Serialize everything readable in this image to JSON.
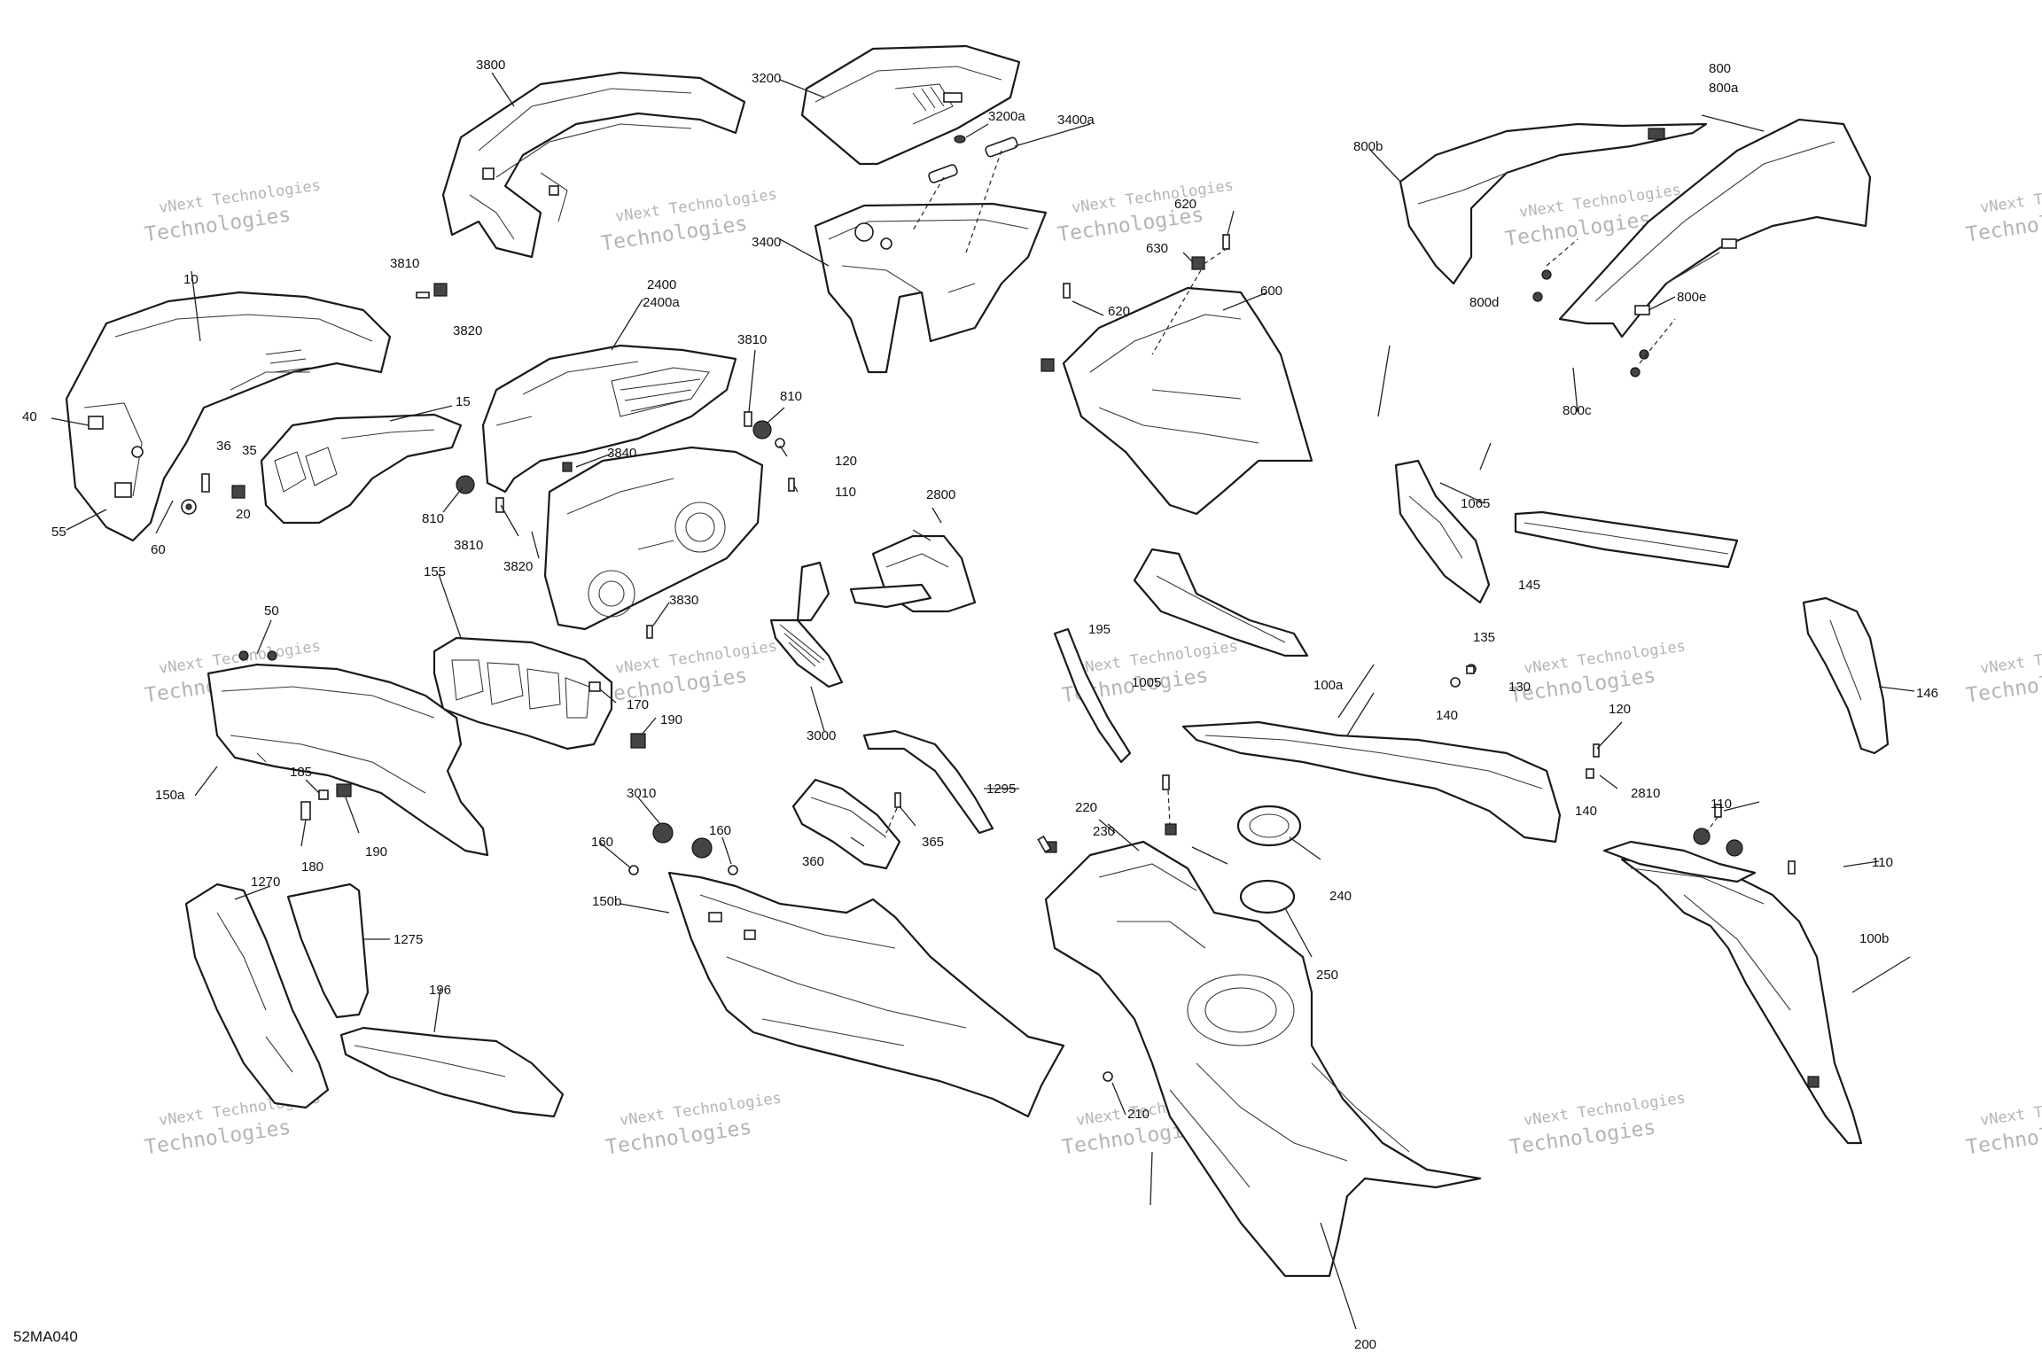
{
  "diagram": {
    "reference_code": "52MA040",
    "watermark": {
      "line1": "vNext Technologies",
      "line2": "Technologies"
    },
    "labels": {
      "p10": "10",
      "p15": "15",
      "p20": "20",
      "p35": "35",
      "p36": "36",
      "p40": "40",
      "p50": "50",
      "p55": "55",
      "p60": "60",
      "p100a": "100a",
      "p100b": "100b",
      "p110a": "110",
      "p110b": "110",
      "p110c": "110",
      "p120a": "120",
      "p120b": "120",
      "p130": "130",
      "p135": "135",
      "p140a": "140",
      "p140b": "140",
      "p145": "145",
      "p146": "146",
      "p150a": "150a",
      "p150b": "150b",
      "p155": "155",
      "p160a": "160",
      "p160b": "160",
      "p170": "170",
      "p180": "180",
      "p185": "185",
      "p190a": "190",
      "p190b": "190",
      "p195": "195",
      "p196": "196",
      "p200": "200",
      "p210": "210",
      "p220": "220",
      "p230": "230",
      "p240": "240",
      "p250": "250",
      "p360": "360",
      "p365": "365",
      "p600": "600",
      "p620a": "620",
      "p620b": "620",
      "p630": "630",
      "p800": "800",
      "p800a": "800a",
      "p800b": "800b",
      "p800c": "800c",
      "p800d": "800d",
      "p800e": "800e",
      "p810a": "810",
      "p810b": "810",
      "p1005": "1005",
      "p1065": "1065",
      "p1270": "1270",
      "p1275": "1275",
      "p1295": "1295",
      "p2400": "2400",
      "p2400a": "2400a",
      "p2800": "2800",
      "p2810": "2810",
      "p3000": "3000",
      "p3010": "3010",
      "p3200": "3200",
      "p3200a": "3200a",
      "p3400": "3400",
      "p3400a": "3400a",
      "p3800": "3800",
      "p3810a": "3810",
      "p3810b": "3810",
      "p3810c": "3810",
      "p3820a": "3820",
      "p3820b": "3820",
      "p3830": "3830",
      "p3840": "3840"
    }
  }
}
